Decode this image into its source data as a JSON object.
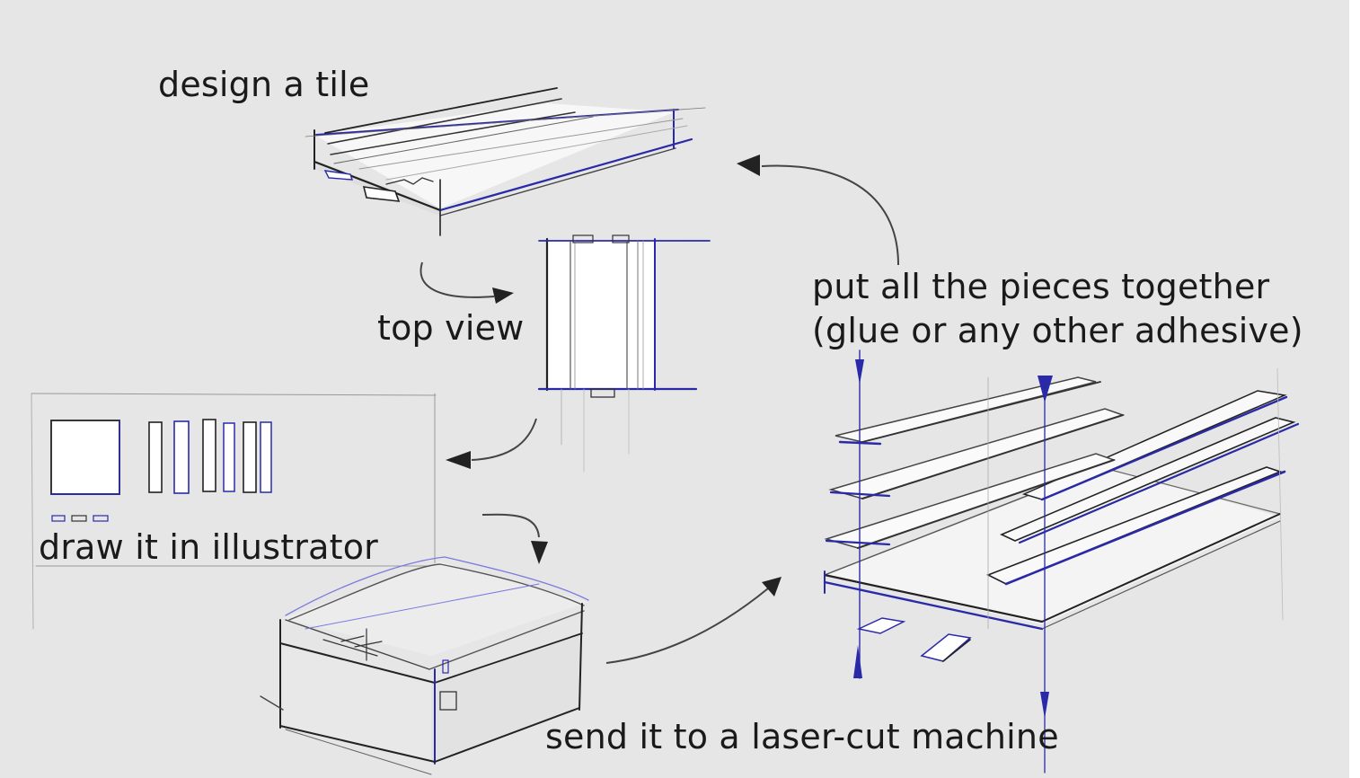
{
  "labels": {
    "design_tile": "design a tile",
    "top_view": "top view",
    "draw_illustrator": "draw it in illustrator",
    "send_laser": "send it to a laser-cut machine",
    "put_together_line1": "put all the pieces together",
    "put_together_line2": "(glue or any other adhesive)"
  },
  "colors": {
    "background": "#e6e6e6",
    "pencil": "#333333",
    "blue_pen": "#2a2aa8",
    "paper": "#ffffff"
  }
}
